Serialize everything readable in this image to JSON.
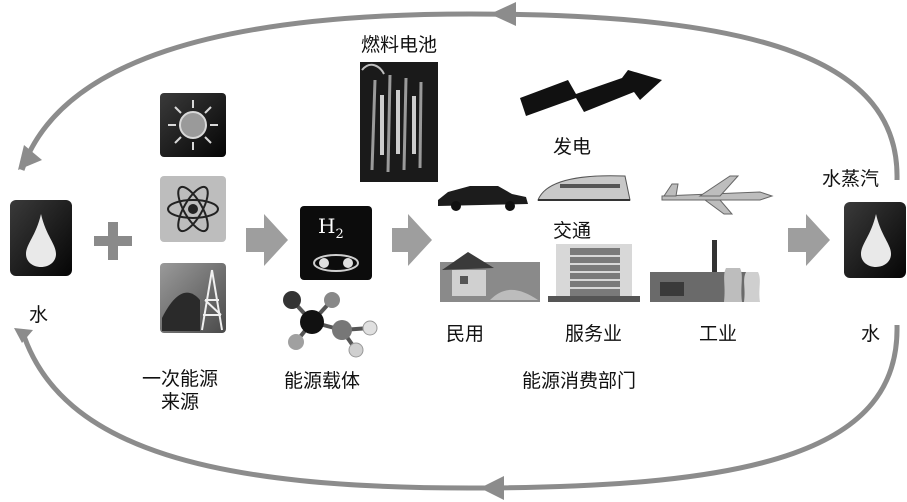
{
  "diagram": {
    "labels": {
      "water_left": "水",
      "primary_source_line1": "一次能源",
      "primary_source_line2": "来源",
      "energy_carrier": "能源载体",
      "fuel_cell": "燃料电池",
      "power_generation": "发电",
      "transportation": "交通",
      "residential": "民用",
      "service": "服务业",
      "industry": "工业",
      "consumption_sectors": "能源消费部门",
      "water_vapor": "水蒸汽",
      "water_right": "水"
    },
    "hydrogen": {
      "symbol": "H",
      "subscript": "2"
    },
    "colors": {
      "cycle_arrow": "#8c8c8c",
      "block_arrow": "#9e9e9e",
      "plus": "#8a8a8a",
      "tile_dark": "#111111"
    },
    "icons": [
      "water-drop-icon",
      "plus-icon",
      "sun-icon",
      "atom-icon",
      "oil-rig-icon",
      "hydrogen-icon",
      "molecule-icon",
      "fuel-cell-image",
      "lightning-arrow-icon",
      "car-icon",
      "train-icon",
      "airplane-icon",
      "house-icon",
      "building-icon",
      "factory-icon"
    ]
  }
}
